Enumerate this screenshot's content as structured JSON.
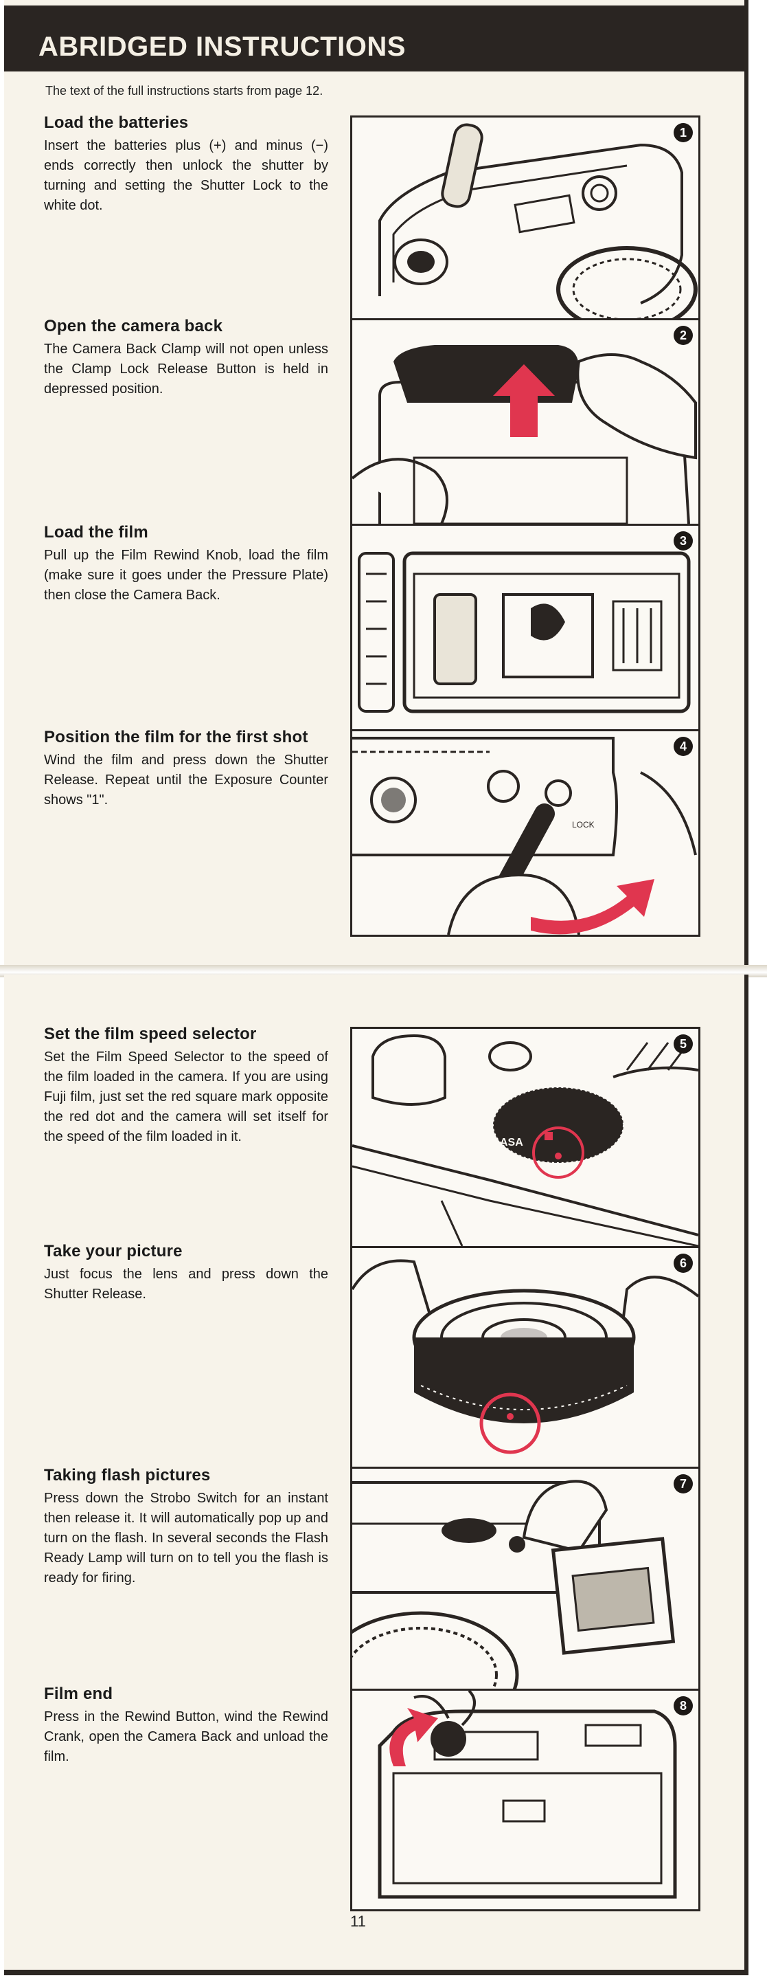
{
  "header": {
    "title": "ABRIDGED INSTRUCTIONS"
  },
  "intro": "The text of the full instructions starts from page 12.",
  "steps": [
    {
      "number": "1",
      "title": "Load the batteries",
      "body": "Insert the batteries plus (+) and minus (−) ends correctly then unlock the shutter by turning and setting the Shutter Lock to the white dot."
    },
    {
      "number": "2",
      "title": "Open the camera back",
      "body": "The Camera Back Clamp will not open unless the Clamp Lock Release Button is held in depressed position."
    },
    {
      "number": "3",
      "title": "Load the film",
      "body": "Pull up the Film Rewind Knob, load the film (make sure it goes under the Pressure Plate) then close the Camera Back."
    },
    {
      "number": "4",
      "title": "Position the film for the first shot",
      "body": "Wind the film and press down the Shutter Release. Repeat until the Exposure Counter shows \"1\"."
    },
    {
      "number": "5",
      "title": "Set the film speed selector",
      "body": "Set the Film Speed Selector to the speed of the film loaded in the camera. If you are using Fuji film, just set the red square mark opposite the red dot and the camera will set itself for the speed of the film loaded in it."
    },
    {
      "number": "6",
      "title": "Take your picture",
      "body": "Just focus the lens and press down the Shutter Release."
    },
    {
      "number": "7",
      "title": "Taking flash pictures",
      "body": "Press down the Strobo Switch for an instant then release it. It will automatically pop up and turn on the flash. In several seconds the Flash Ready Lamp will turn on to tell you the flash is ready for firing."
    },
    {
      "number": "8",
      "title": "Film end",
      "body": "Press in the Rewind Button, wind the Rewind Crank, open the Camera Back and unload the film."
    }
  ],
  "illustration_labels": {
    "lock": "LOCK",
    "asa": "ASA"
  },
  "page_number": "11",
  "colors": {
    "accent_red": "#e0364f",
    "ink": "#2a2522",
    "paper": "#f7f3ea"
  }
}
